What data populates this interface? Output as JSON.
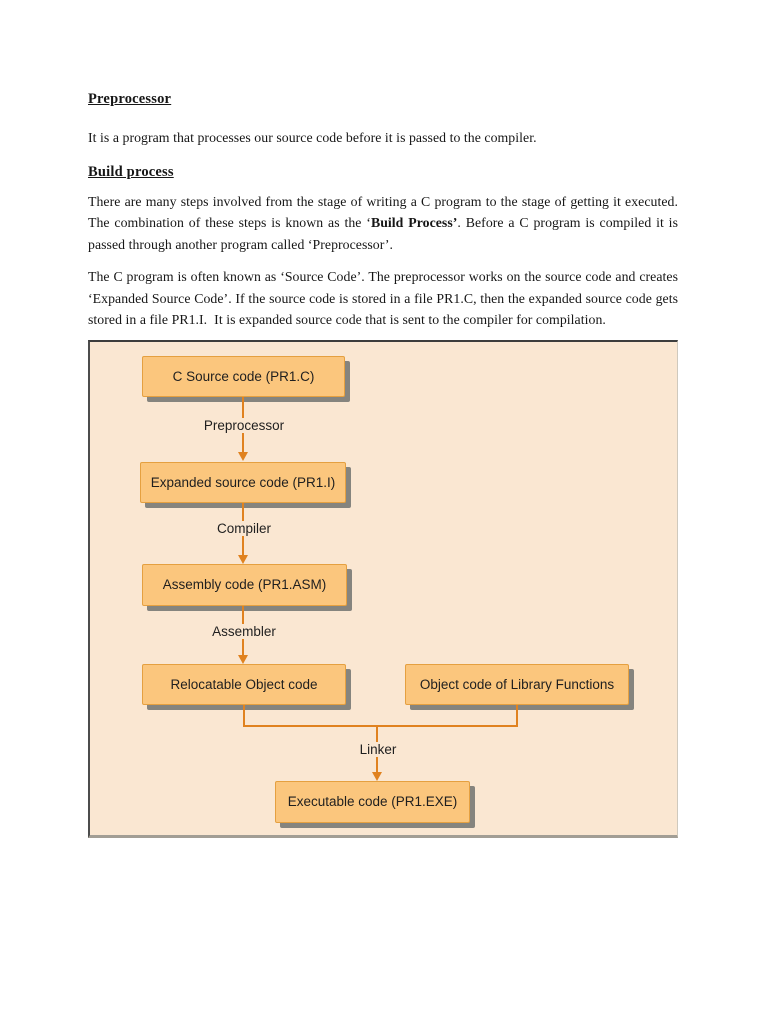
{
  "document": {
    "heading_preprocessor": "Preprocessor",
    "para_intro": "It is a program that processes our source code before it is passed to the compiler.",
    "heading_build": "Build process",
    "para_build": {
      "before": "There are many steps involved from the stage of writing a C program to the stage of getting it executed. The combination of these steps is known as the ‘",
      "bold": "Build Process’",
      "after": ". Before a C program is compiled it is passed through another program called ‘Preprocessor’."
    },
    "para_source": "The C program is often known as ‘Source Code’. The preprocessor works on the source code and creates ‘Expanded Source Code’. If the source code is stored in a file PR1.C, then the expanded source code gets stored in a file PR1.I.  It is expanded source code that is sent to the compiler for compilation."
  },
  "diagram": {
    "boxes": {
      "c_source": "C Source code (PR1.C)",
      "expanded": "Expanded source code (PR1.I)",
      "assembly": "Assembly code (PR1.ASM)",
      "relocatable": "Relocatable Object code",
      "library": "Object code of Library Functions",
      "executable": "Executable code (PR1.EXE)"
    },
    "labels": {
      "preprocessor": "Preprocessor",
      "compiler": "Compiler",
      "assembler": "Assembler",
      "linker": "Linker"
    },
    "colors": {
      "panel_bg": "#fae7d2",
      "box_fill": "#fbc67d",
      "box_border": "#e5a040",
      "arrow": "#e0821f",
      "shadow": "#85847e"
    }
  }
}
